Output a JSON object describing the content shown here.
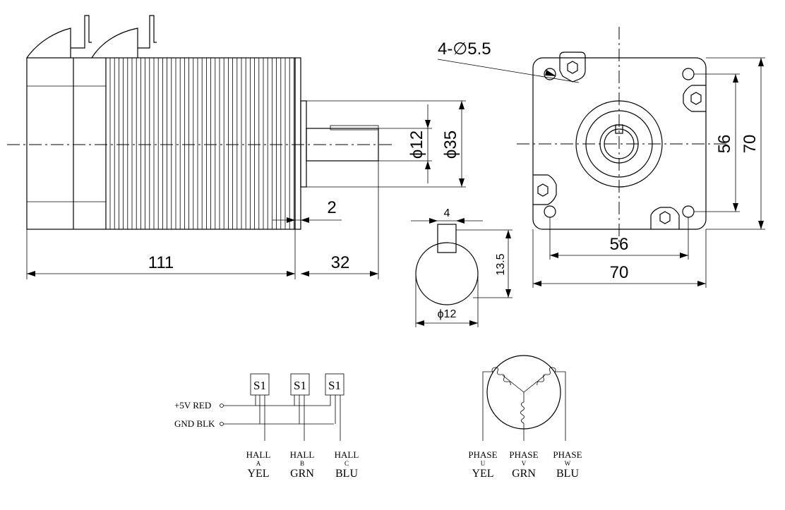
{
  "side_view": {
    "length_body": "111",
    "length_shaft": "32",
    "shaft_step": "2",
    "shaft_diameter": "ϕ12",
    "pilot_diameter": "ϕ35"
  },
  "front_view": {
    "holes": "4-∅5.5",
    "bolt_spacing_v": "56",
    "flange_v": "70",
    "bolt_spacing_h": "56",
    "flange_h": "70"
  },
  "shaft_section": {
    "key_width": "4",
    "key_height": "13.5",
    "diameter": "ϕ12"
  },
  "hall_wiring": {
    "sensors": [
      "S1",
      "S1",
      "S1"
    ],
    "plus5v_label": "+5V RED",
    "gnd_label": "GND BLK",
    "outputs": [
      {
        "name": "HALL",
        "sub": "A",
        "color": "YEL"
      },
      {
        "name": "HALL",
        "sub": "B",
        "color": "GRN"
      },
      {
        "name": "HALL",
        "sub": "C",
        "color": "BLU"
      }
    ]
  },
  "phase_wiring": {
    "phases": [
      {
        "name": "PHASE",
        "sub": "U",
        "color": "YEL"
      },
      {
        "name": "PHASE",
        "sub": "V",
        "color": "GRN"
      },
      {
        "name": "PHASE",
        "sub": "W",
        "color": "BLU"
      }
    ]
  }
}
